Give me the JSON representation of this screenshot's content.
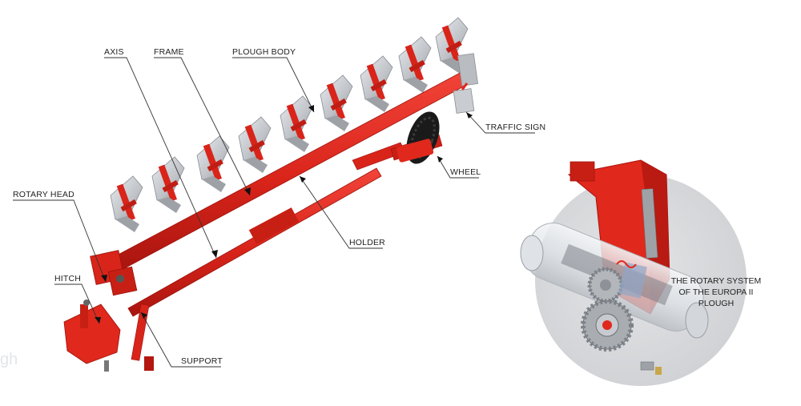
{
  "labels": {
    "axis": "AXIS",
    "frame": "FRAME",
    "plough_body": "PLOUGH BODY",
    "traffic_sign": "TRAFFIC SIGN",
    "wheel": "WHEEL",
    "rotary_head": "ROTARY HEAD",
    "holder": "HOLDER",
    "hitch": "HITCH",
    "support": "SUPPORT"
  },
  "inset": {
    "caption_lines": [
      "THE ROTARY SYSTEM",
      "OF THE EUROPA II",
      "PLOUGH"
    ]
  },
  "watermark": "gh",
  "colors": {
    "machine_red": "#e0281c",
    "machine_dark_red": "#a8150f",
    "mouldboard_grey": "#c9ccd0",
    "inset_circle": "#d4d6d9",
    "tyre": "#1a1a1a",
    "label_text": "#222222"
  }
}
